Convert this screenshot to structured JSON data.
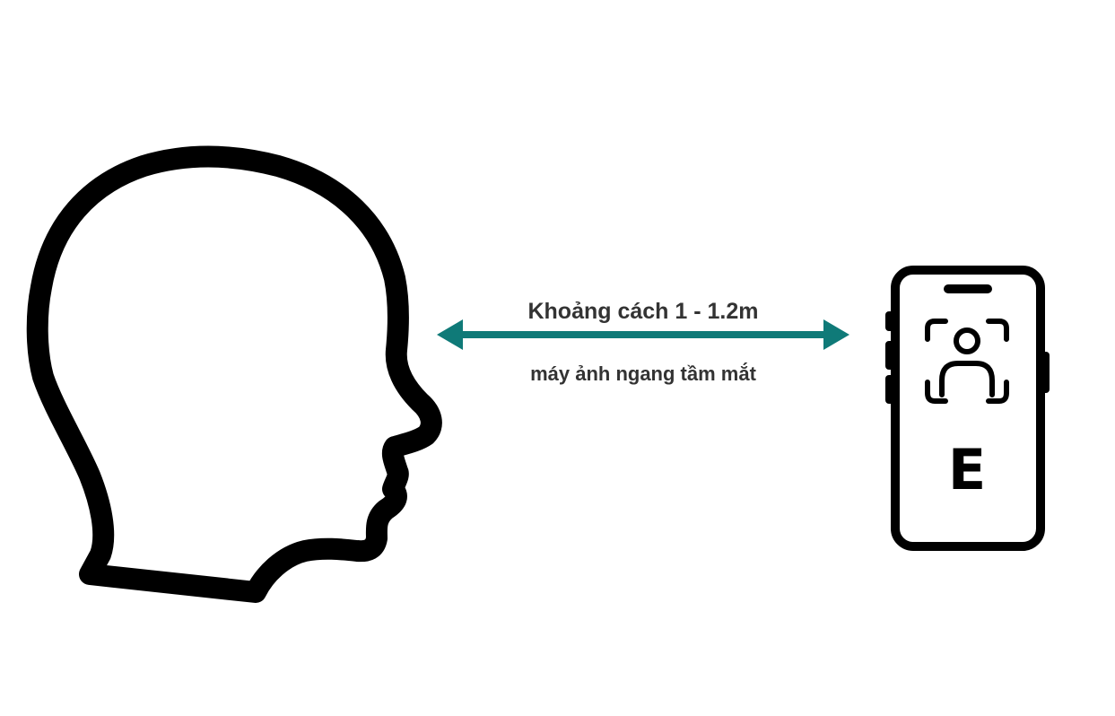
{
  "distance_label": "Khoảng cách 1 - 1.2m",
  "camera_label": "máy ảnh ngang tầm mắt",
  "phone_letter": "E",
  "colors": {
    "arrow": "#0f7a78",
    "outline": "#000000",
    "text": "#333333"
  },
  "icons": {
    "head": "head-profile-icon",
    "phone": "smartphone-icon",
    "face_scan": "face-scan-icon",
    "arrow": "double-arrow-icon"
  }
}
